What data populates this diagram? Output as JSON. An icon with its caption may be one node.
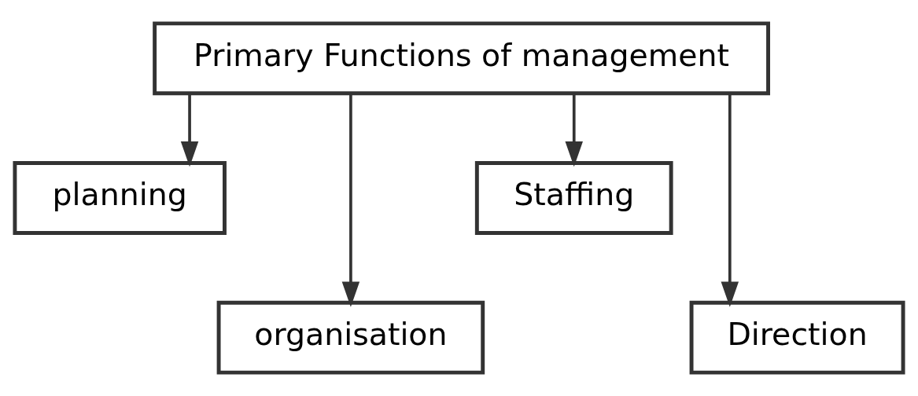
{
  "diagram": {
    "nodes": [
      {
        "text": [
          "Primary Functions of management"
        ]
      },
      {
        "text": [
          "planning"
        ]
      },
      {
        "text": [
          "organisation"
        ]
      },
      {
        "text": [
          "Staffing"
        ]
      },
      {
        "text": [
          "Direction"
        ]
      }
    ],
    "edges": [
      {
        "from": 0,
        "to": 1,
        "arrow": "to"
      },
      {
        "from": 0,
        "to": 2,
        "arrow": "to"
      },
      {
        "from": 0,
        "to": 3,
        "arrow": "to"
      },
      {
        "from": 0,
        "to": 4,
        "arrow": "to"
      }
    ]
  }
}
